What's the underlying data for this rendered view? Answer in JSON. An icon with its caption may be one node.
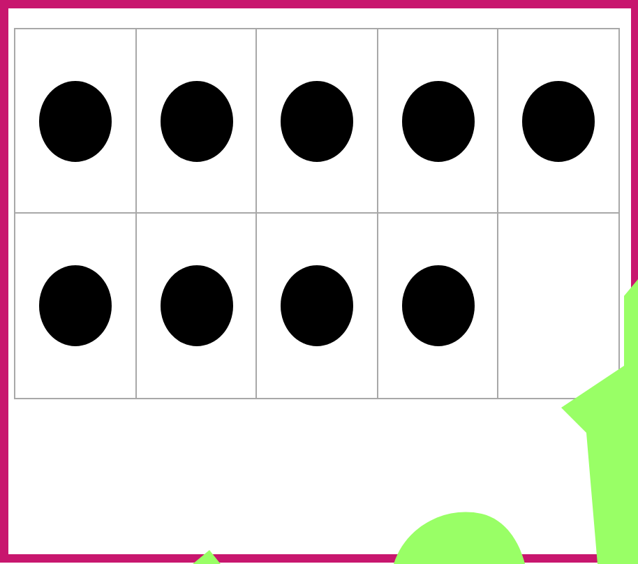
{
  "diagram": {
    "nodes": [
      {
        "text": [],
        "shape": "box"
      },
      {
        "text": [],
        "shape": "box"
      },
      {
        "text": [],
        "shape": "box"
      },
      {
        "text": [],
        "shape": "box"
      },
      {
        "text": [],
        "shape": "box"
      },
      {
        "text": [],
        "shape": "box"
      },
      {
        "text": [],
        "shape": "box"
      },
      {
        "text": [],
        "shape": "box"
      },
      {
        "text": [],
        "shape": "box"
      },
      {
        "text": [],
        "shape": "box"
      },
      {
        "text": [],
        "shape": "circle",
        "in": 0
      },
      {
        "text": [],
        "shape": "circle",
        "in": 1
      },
      {
        "text": [],
        "shape": "circle",
        "in": 2
      },
      {
        "text": [],
        "shape": "circle",
        "in": 3
      },
      {
        "text": [],
        "shape": "circle",
        "in": 4
      },
      {
        "text": [],
        "shape": "circle",
        "in": 5
      },
      {
        "text": [],
        "shape": "circle",
        "in": 6
      },
      {
        "text": [],
        "shape": "circle",
        "in": 7
      },
      {
        "text": [],
        "shape": "circle",
        "in": 8
      }
    ]
  }
}
